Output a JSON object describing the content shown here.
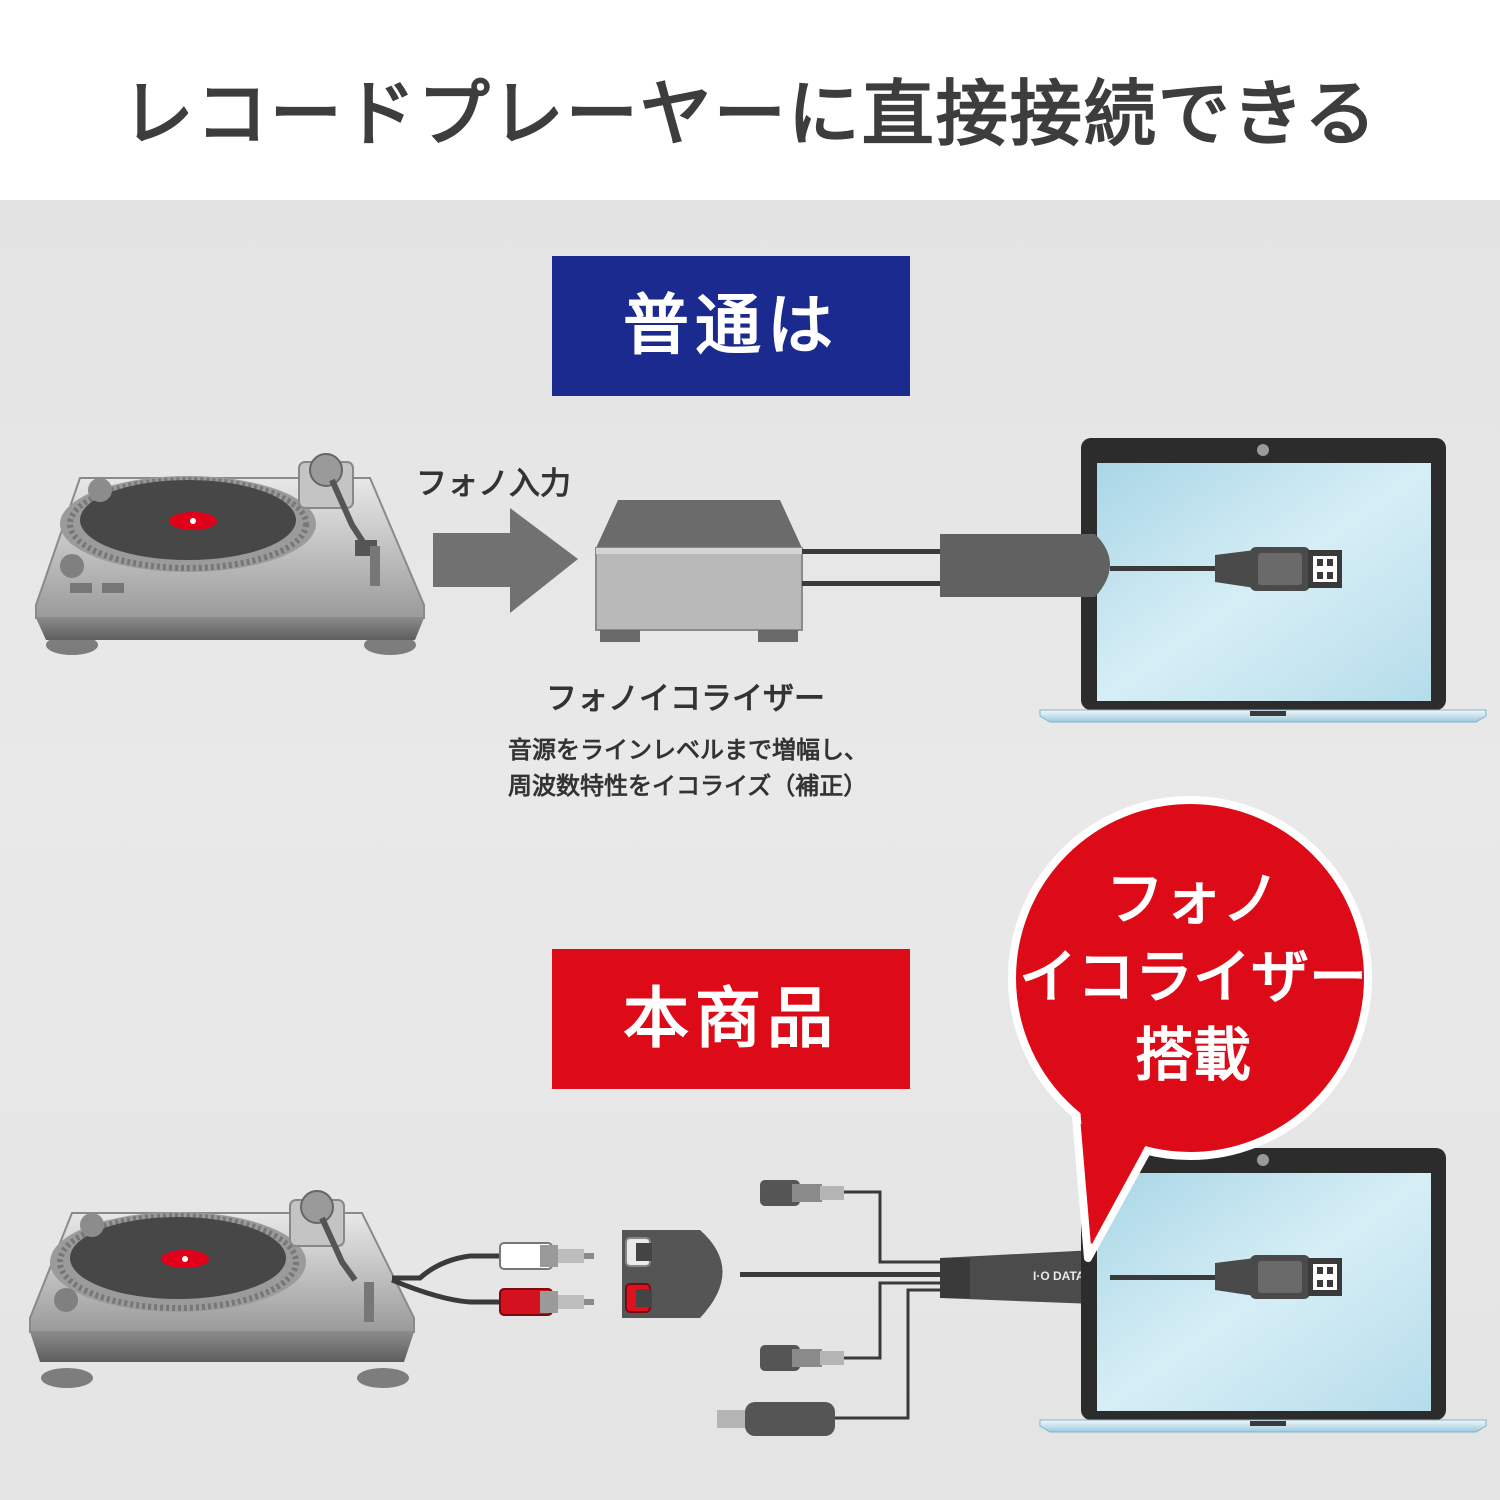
{
  "title": "レコードプレーヤーに直接接続できる",
  "normal": {
    "label": "普通は",
    "phono_input": "フォノ入力",
    "equalizer_name": "フォノイコライザー",
    "equalizer_desc_line1": "音源をラインレベルまで増幅し、",
    "equalizer_desc_line2": "周波数特性をイコライズ（補正）"
  },
  "product": {
    "label": "本商品",
    "callout_line1": "フォノ",
    "callout_line2": "イコライザー",
    "callout_line3": "搭載",
    "brand_print": "I·O DATA"
  },
  "colors": {
    "normal_label_bg": "#1a2a8f",
    "product_label_bg": "#dd0a18",
    "callout_bg": "#dd0a18",
    "title_text": "#3d3d3d",
    "panel_bg": "#e6e6e6"
  },
  "icons": [
    "turntable-icon",
    "arrow-right-icon",
    "phono-equalizer-box-icon",
    "laptop-icon",
    "usb-connector-icon",
    "rca-plug-icon",
    "usb-audio-adapter-icon",
    "speech-bubble"
  ]
}
